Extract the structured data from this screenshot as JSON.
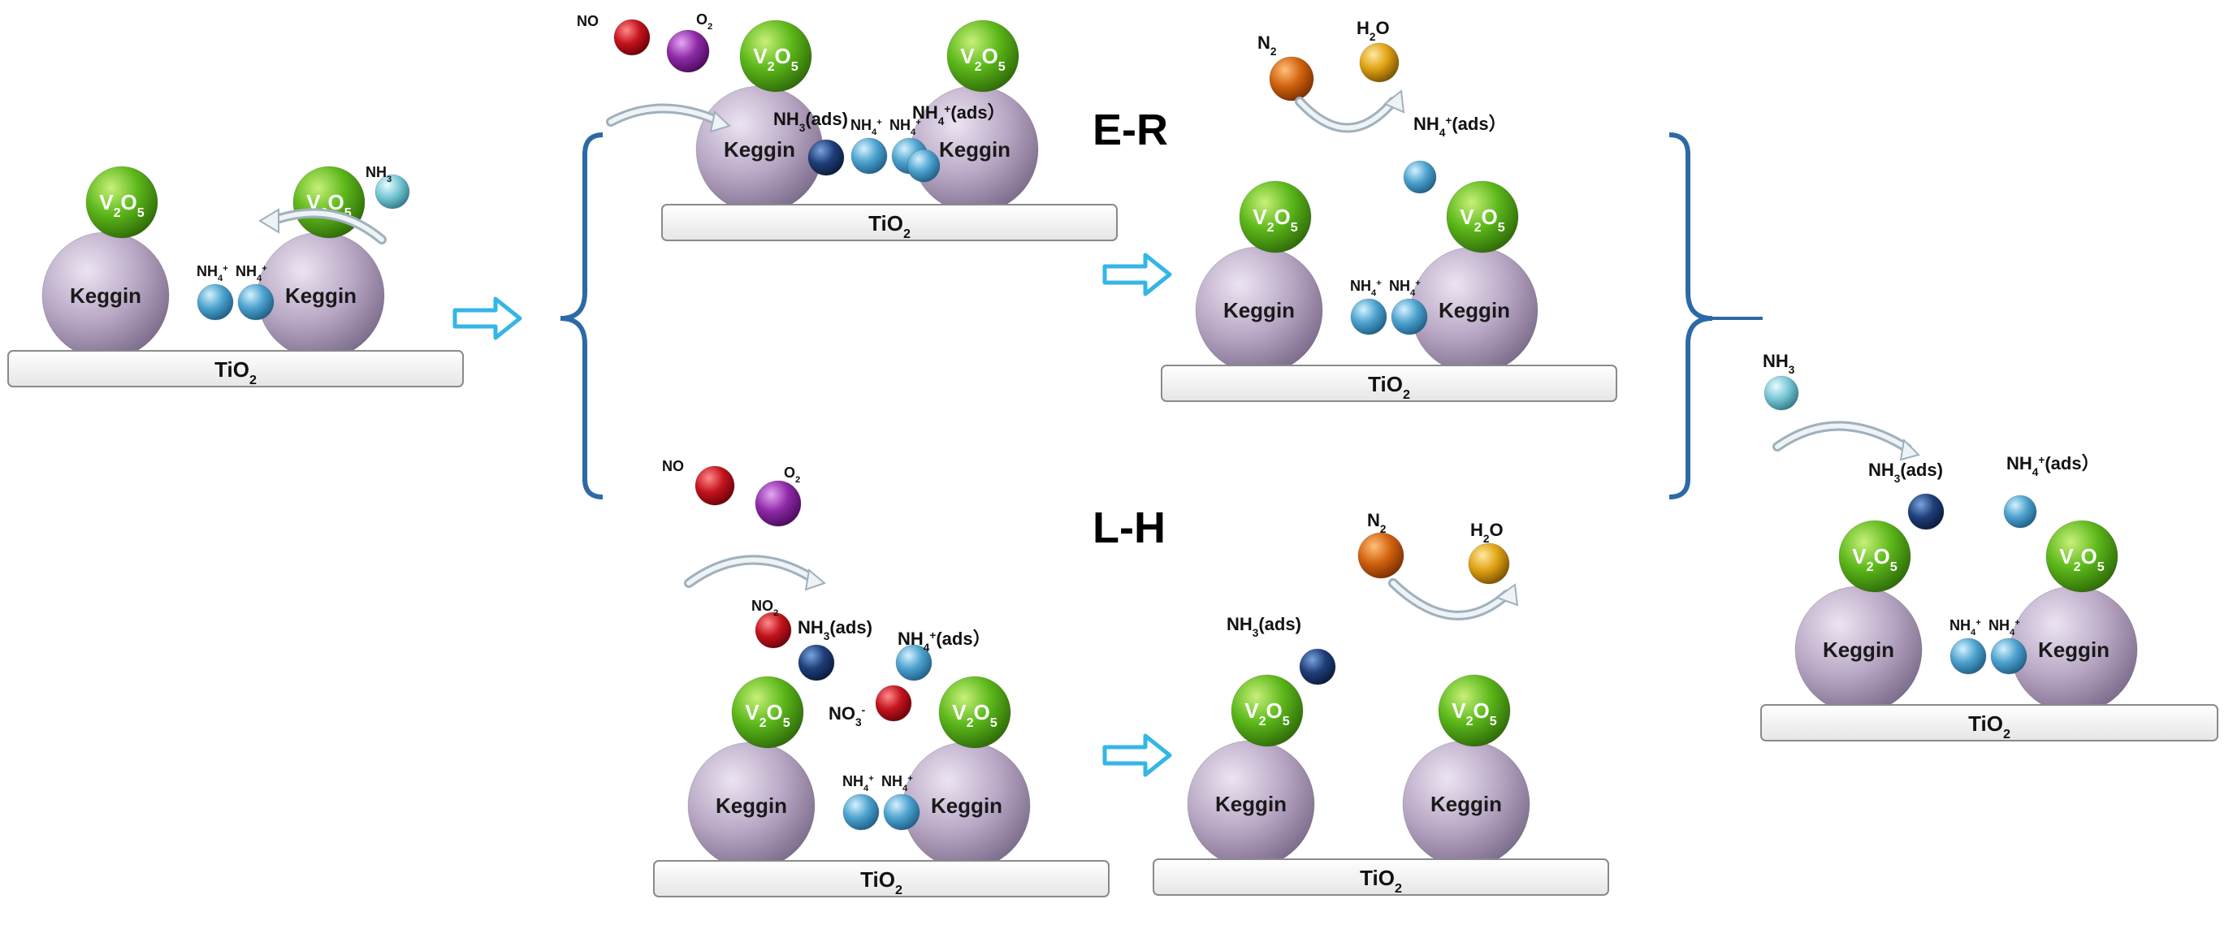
{
  "labels": {
    "support": "TiO",
    "support_sub": "2",
    "keggin": "Keggin",
    "v": "V",
    "v_sub": "2",
    "o": "O",
    "o_sub": "5",
    "nh": "NH",
    "nh_sub": "4",
    "nh_sup": "+",
    "nh3": "NH",
    "nh3_sub": "3",
    "ads": "(ads)",
    "ads_close": "(ads）",
    "no": "NO",
    "o2": "O",
    "o2_sub": "2",
    "n2": "N",
    "n2_sub": "2",
    "h2o_h": "H",
    "h2o_sub": "2",
    "h2o_o": "O",
    "no2": "NO",
    "no2_sub": "2",
    "no3": "NO",
    "no3_sub": "3",
    "no3_sup": "-"
  },
  "mechanisms": {
    "er": "E-R",
    "lh": "L-H"
  },
  "colors": {
    "keggin": "#b7a7c4",
    "v2o5": "#5cb81a",
    "nh4": "#4da3cf",
    "nh3_ads": "#1f3f7a",
    "no": "#c4141e",
    "o2": "#8e2aa8",
    "n2": "#d2620f",
    "h2o": "#e0a214",
    "arrow": "#35b6e6",
    "bracket": "#2b6aa6"
  }
}
